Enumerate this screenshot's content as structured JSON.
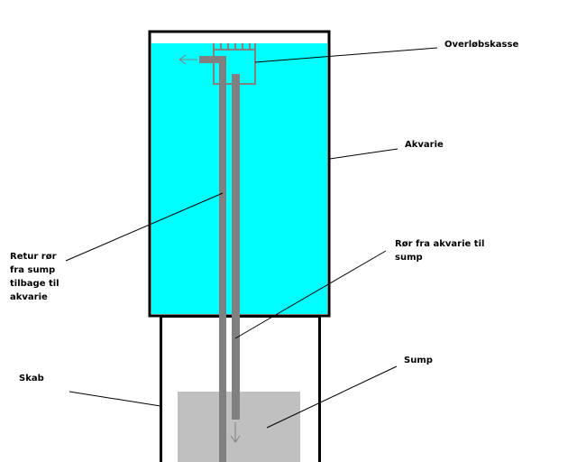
{
  "labels": {
    "overflow_box": "Overløbskasse",
    "aquarium": "Akvarie",
    "return_pipe": [
      "Retur rør",
      "fra sump",
      "tilbage til",
      "akvarie"
    ],
    "drain_pipe": [
      "Rør fra akvarie til",
      "sump"
    ],
    "sump": "Sump",
    "cabinet": "Skab"
  },
  "colors": {
    "water": "#00ffff",
    "pipe": "#808080",
    "sump_fill": "#c0c0c0",
    "outline": "#000000",
    "background": "#ffffff"
  }
}
